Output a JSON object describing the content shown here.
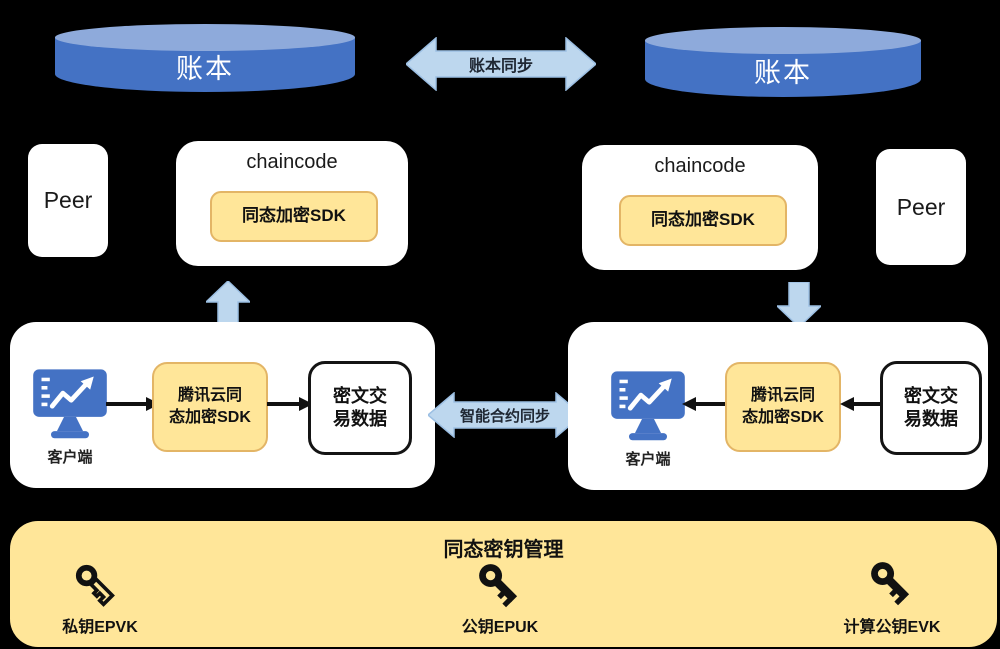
{
  "colors": {
    "background": "#000000",
    "cylinder_body": "#4472C4",
    "cylinder_top": "#8EAADB",
    "sync_arrow_fill": "#BDD7EE",
    "panel_white": "#FFFFFF",
    "sdk_yellow_fill": "#FFE699",
    "sdk_yellow_border": "#E3B566",
    "key_panel_fill": "#FFE699",
    "monitor_blue": "#4472C4",
    "black_arrow": "#111111"
  },
  "top": {
    "ledger_left": "账本",
    "ledger_sync": "账本同步",
    "ledger_right": "账本"
  },
  "middle": {
    "peer_left": "Peer",
    "peer_right": "Peer",
    "chaincode_left": {
      "title": "chaincode",
      "sdk": "同态加密SDK"
    },
    "chaincode_right": {
      "title": "chaincode",
      "sdk": "同态加密SDK"
    }
  },
  "clients": {
    "sync_label": "智能合约同步",
    "left": {
      "client": "客户端",
      "sdk": "腾讯云同\n态加密SDK",
      "data": "密文交\n易数据"
    },
    "right": {
      "client": "客户端",
      "sdk": "腾讯云同\n态加密SDK",
      "data": "密文交\n易数据"
    }
  },
  "key_management": {
    "title": "同态密钥管理",
    "private_key": "私钥EPVK",
    "public_key": "公钥EPUK",
    "eval_key": "计算公钥EVK"
  }
}
